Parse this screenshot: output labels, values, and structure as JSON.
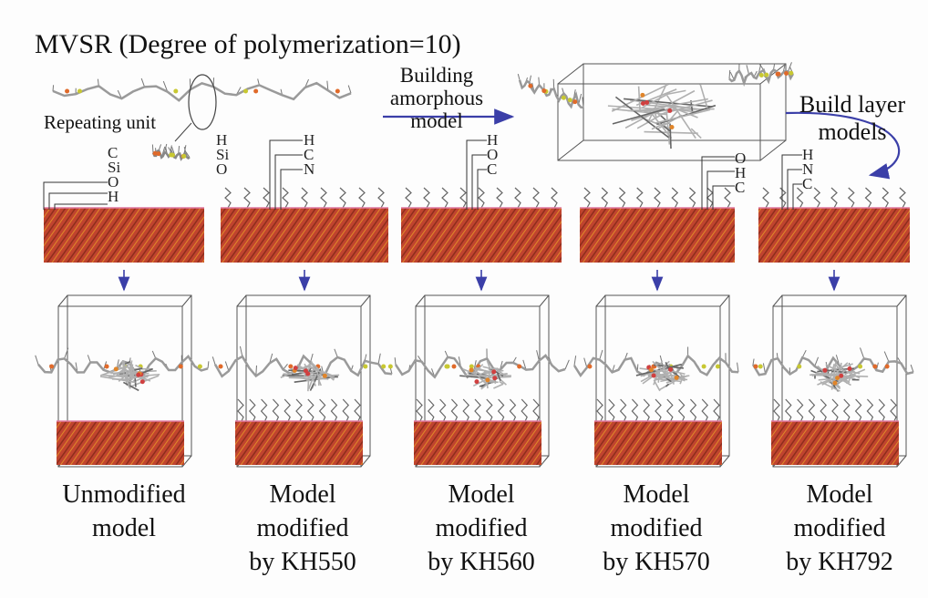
{
  "title": "MVSR (Degree of polymerization=10)",
  "repeating_unit_label": "Repeating unit",
  "repeat_unit_atoms": [
    "H",
    "Si",
    "O"
  ],
  "steps": {
    "amorphous": [
      "Building",
      "amorphous",
      "model"
    ],
    "layers": [
      "Build layer",
      "models"
    ]
  },
  "surface_atoms": {
    "unmodified": [
      "C",
      "Si",
      "O",
      "H"
    ],
    "kh550": [
      "H",
      "C",
      "N"
    ],
    "kh560": [
      "H",
      "O",
      "C"
    ],
    "kh570": [
      "O",
      "H",
      "C"
    ],
    "kh792": [
      "H",
      "N",
      "C"
    ]
  },
  "captions": [
    {
      "id": "unmodified",
      "lines": [
        "Unmodified",
        "model"
      ]
    },
    {
      "id": "kh550",
      "lines": [
        "Model",
        "modified",
        "by KH550"
      ]
    },
    {
      "id": "kh560",
      "lines": [
        "Model",
        "modified",
        "by KH560"
      ]
    },
    {
      "id": "kh570",
      "lines": [
        "Model",
        "modified",
        "by KH570"
      ]
    },
    {
      "id": "kh792",
      "lines": [
        "Model",
        "modified",
        "by KH792"
      ]
    }
  ],
  "colors": {
    "slab_red": "#c0442e",
    "slab_dark": "#8e2d1d",
    "slab_orange": "#e08a2a",
    "polymer_gray": "#9a9a9a",
    "arrow_blue": "#3b3fa8",
    "box_line": "#555555"
  }
}
